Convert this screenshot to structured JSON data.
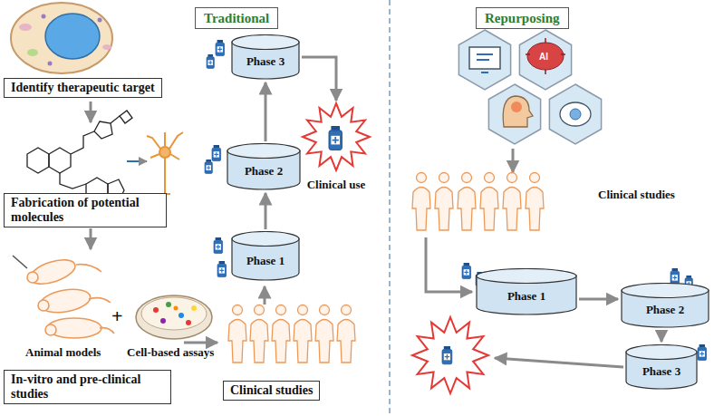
{
  "diagram": {
    "nodes": [
      {
        "text": [
          "Traditional"
        ]
      },
      {
        "text": [
          "Identify therapeutic target"
        ]
      },
      {
        "text": [
          "Fabrication of potential molecules"
        ]
      },
      {
        "text": [
          "In-vitro and pre-clinical studies"
        ]
      },
      {
        "text": [
          "Clinical studies"
        ]
      },
      {
        "text": [
          "Phase 1"
        ]
      },
      {
        "text": [
          "Phase 2"
        ]
      },
      {
        "text": [
          "Phase 3"
        ]
      },
      {
        "text": [
          "Clinical use"
        ]
      },
      {
        "text": [
          "Repurposing"
        ]
      },
      {
        "text": [
          "Phase 1"
        ]
      },
      {
        "text": [
          "Phase 2"
        ]
      },
      {
        "text": [
          "Phase 3"
        ]
      }
    ],
    "edges": [
      {
        "from": 5,
        "to": 6,
        "arrow": "to"
      },
      {
        "from": 6,
        "to": 7,
        "arrow": "to"
      },
      {
        "from": 7,
        "to": 8,
        "arrow": "to"
      },
      {
        "from": 10,
        "to": 11,
        "arrow": "to"
      },
      {
        "from": 11,
        "to": 12,
        "arrow": "to"
      }
    ],
    "labels": [
      "Animal models",
      "Cell-based assays",
      "+",
      "Clinical studies",
      "AI"
    ]
  }
}
